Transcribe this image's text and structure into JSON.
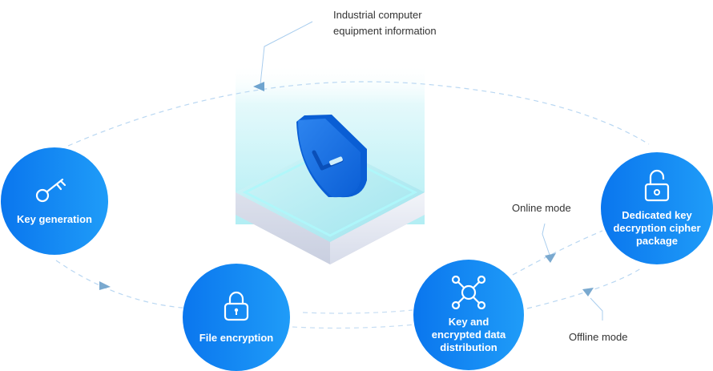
{
  "center": {
    "title_line1": "Industrial computer",
    "title_line2": "equipment information",
    "icon": "shield-check-icon"
  },
  "nodes": [
    {
      "id": "key-generation",
      "label": "Key generation",
      "icon": "key-icon"
    },
    {
      "id": "file-encryption",
      "label": "File encryption",
      "icon": "lock-icon"
    },
    {
      "id": "distribution",
      "label_line1": "Key and",
      "label_line2": "encrypted data",
      "label_line3": "distribution",
      "icon": "network-hub-icon"
    },
    {
      "id": "decryption-package",
      "label_line1": "Dedicated key",
      "label_line2": "decryption cipher",
      "label_line3": "package",
      "icon": "unlock-icon"
    }
  ],
  "modes": {
    "online": "Online mode",
    "offline": "Offline mode"
  },
  "colors": {
    "node_start": "#0a76ee",
    "node_end": "#1f9cf8",
    "dash_line": "#b9d7f2",
    "arrow": "#7aa9cf",
    "platform_glow": "#b5eef5",
    "shield": "#1a6fe0"
  }
}
